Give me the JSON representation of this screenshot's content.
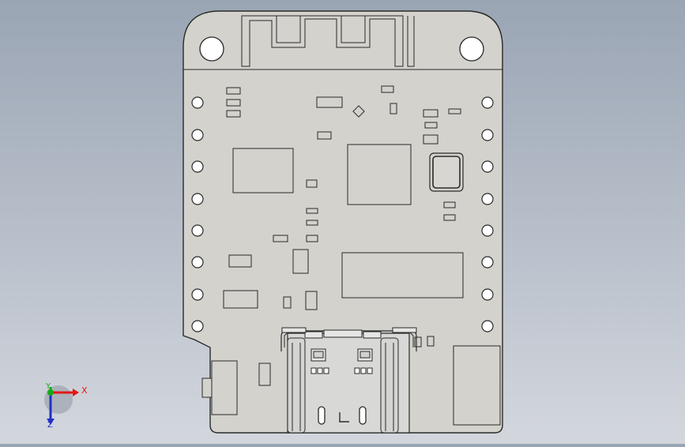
{
  "viewport": {
    "background_top": "#9aa5b4",
    "background_bottom": "#d3d7dd"
  },
  "board": {
    "fill": "#d4d2cc",
    "outline": "#2a2a2a"
  },
  "triad": {
    "x_label": "X",
    "y_label": "Y",
    "z_label": "Z",
    "x_color": "#e01818",
    "y_color": "#18a818",
    "z_color": "#2030c8"
  },
  "usb_connector": {
    "metal_fill": "#d8d8d6"
  }
}
